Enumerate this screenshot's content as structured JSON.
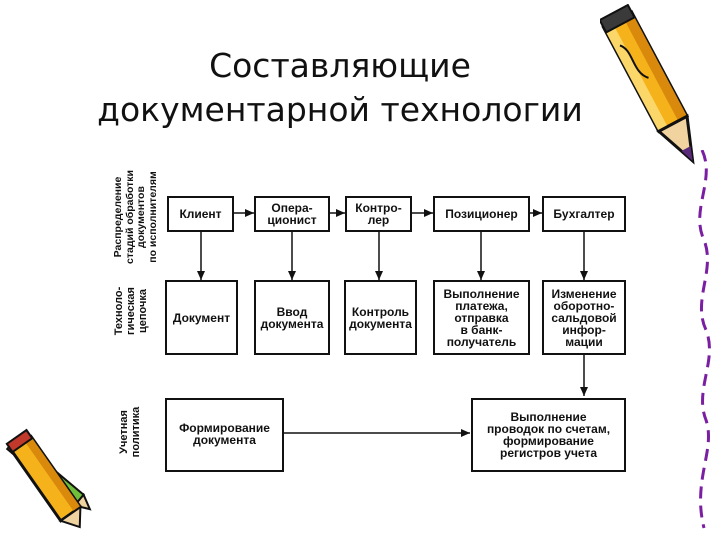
{
  "title": {
    "line1": "Составляющие",
    "line2": "документарной технологии"
  },
  "row_labels": {
    "distribution": "Распределение\nстадий обработки\nдокументов\nпо исполнителям",
    "chain": "Техноло-\nгическая\nцепочка",
    "accounting": "Учетная\nполитика"
  },
  "row1": {
    "client": "Клиент",
    "operationist": "Опера-\nционист",
    "controller": "Контро-\nлер",
    "positioner": "Позиционер",
    "accountant": "Бухгалтер"
  },
  "row2": {
    "document": "Документ",
    "input": "Ввод\nдокумента",
    "control": "Контроль\nдокумента",
    "payment": "Выполнение\nплатежа,\nотправка\nв банк-\nполучатель",
    "balance": "Изменение\nоборотно-\nсальдовой\nинфор-\nмации"
  },
  "row3": {
    "forming": "Формирование\nдокумента",
    "postings": "Выполнение\nпроводок по счетам,\nформирование\nрегистров учета"
  },
  "decorations": {
    "top_right": "pencil-icon",
    "bottom_left": "pencils-icon",
    "right_edge": "dashed-border"
  }
}
